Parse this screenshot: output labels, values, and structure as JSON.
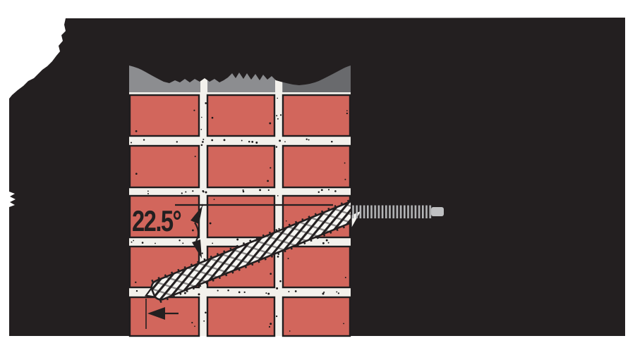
{
  "diagram": {
    "angle_label": "22.5°",
    "wall": {
      "brick_rows": 5,
      "brick_columns": 3
    }
  },
  "colors": {
    "paper": "#ffffff",
    "ink": "#231f20",
    "brick": "#d2665c",
    "brick_outline": "#211d1e",
    "mortar": "#f3f1ec",
    "band_light": "#8c8d90",
    "band_dark": "#696a6d",
    "grout_white": "#f7f6f3",
    "thread": "#b4b5b7",
    "thread_tip": "#bfc0c2",
    "speckle": "#1a1718"
  }
}
